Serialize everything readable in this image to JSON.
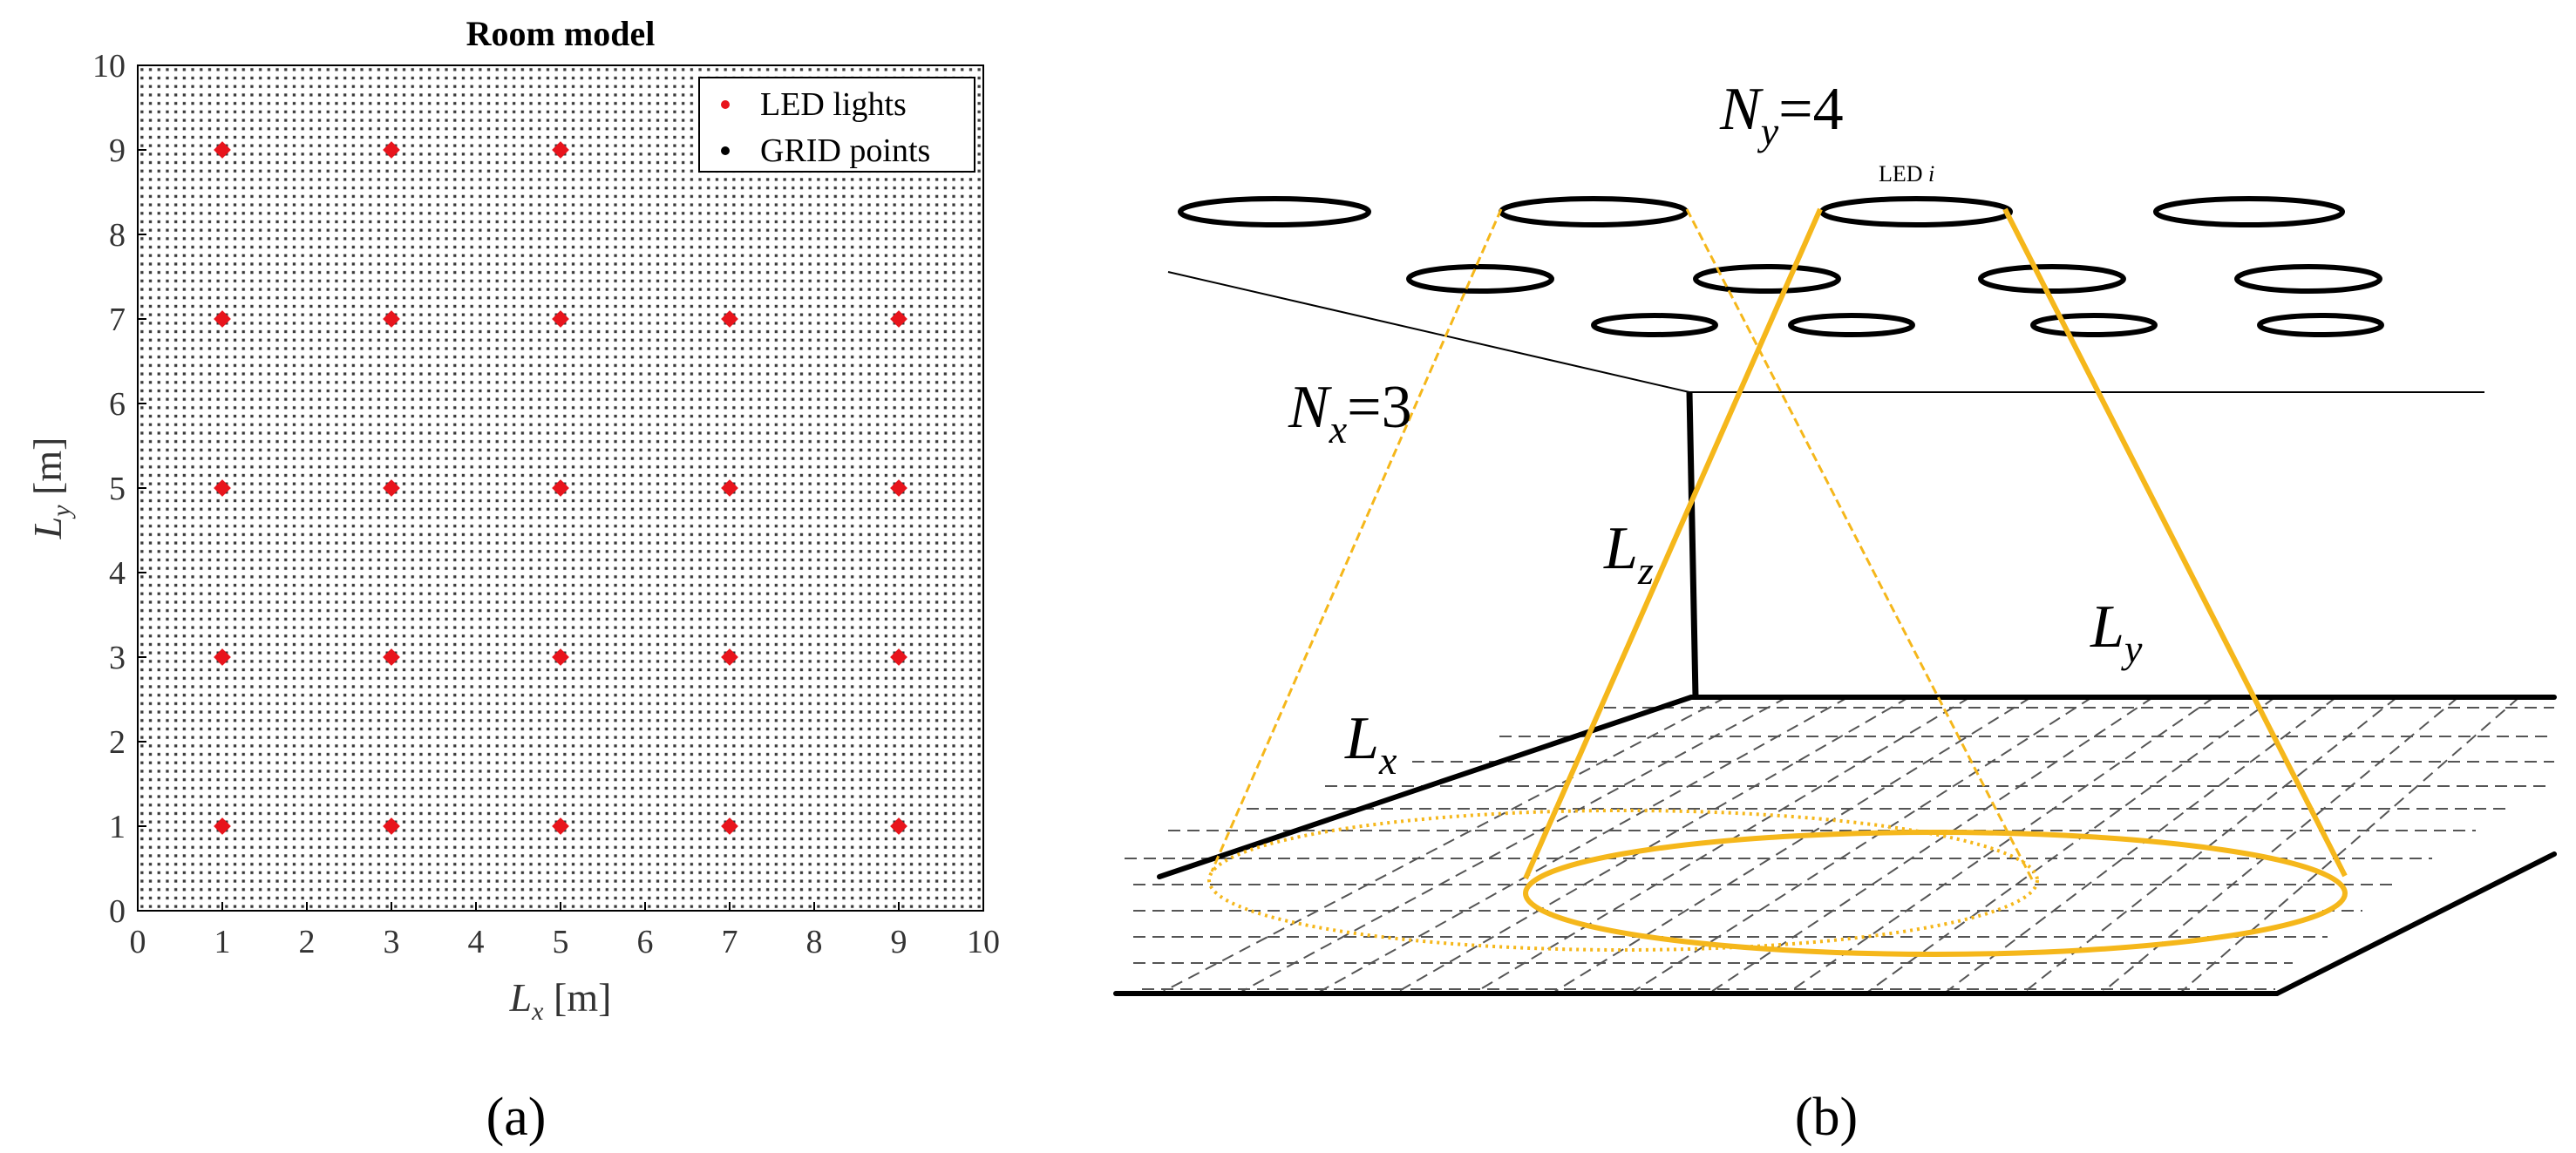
{
  "panel_a": {
    "caption": "(a)",
    "chart_data": {
      "type": "scatter",
      "title": "Room model",
      "xlabel": "L_x [m]",
      "ylabel": "L_y [m]",
      "xlim": [
        0,
        10
      ],
      "ylim": [
        0,
        10
      ],
      "xticks": [
        "0",
        "1",
        "2",
        "3",
        "4",
        "5",
        "6",
        "7",
        "8",
        "9",
        "10"
      ],
      "yticks": [
        "0",
        "1",
        "2",
        "3",
        "4",
        "5",
        "6",
        "7",
        "8",
        "9",
        "10"
      ],
      "legend_placement": "top-right",
      "grid_step": 0.1,
      "series": [
        {
          "name": "LED lights",
          "color": "#e8141c",
          "points": [
            [
              1,
              9
            ],
            [
              3,
              9
            ],
            [
              5,
              9
            ],
            [
              1,
              7
            ],
            [
              3,
              7
            ],
            [
              5,
              7
            ],
            [
              7,
              7
            ],
            [
              9,
              7
            ],
            [
              1,
              5
            ],
            [
              3,
              5
            ],
            [
              5,
              5
            ],
            [
              7,
              5
            ],
            [
              9,
              5
            ],
            [
              1,
              3
            ],
            [
              3,
              3
            ],
            [
              5,
              3
            ],
            [
              7,
              3
            ],
            [
              9,
              3
            ],
            [
              1,
              1
            ],
            [
              3,
              1
            ],
            [
              5,
              1
            ],
            [
              7,
              1
            ],
            [
              9,
              1
            ]
          ]
        },
        {
          "name": "GRID points",
          "color": "#000000"
        }
      ]
    }
  },
  "panel_b": {
    "caption": "(b)",
    "labels": {
      "ny": {
        "main": "N",
        "sub": "y",
        "rest": "=4"
      },
      "nx": {
        "main": "N",
        "sub": "x",
        "rest": "=3"
      },
      "led": {
        "main": "LED ",
        "italic": "i"
      },
      "lz": {
        "main": "L",
        "sub": "z"
      },
      "ly": {
        "main": "L",
        "sub": "y"
      },
      "lx": {
        "main": "L",
        "sub": "x"
      }
    },
    "colors": {
      "cone": "#f5b71b",
      "line": "#000000"
    }
  }
}
